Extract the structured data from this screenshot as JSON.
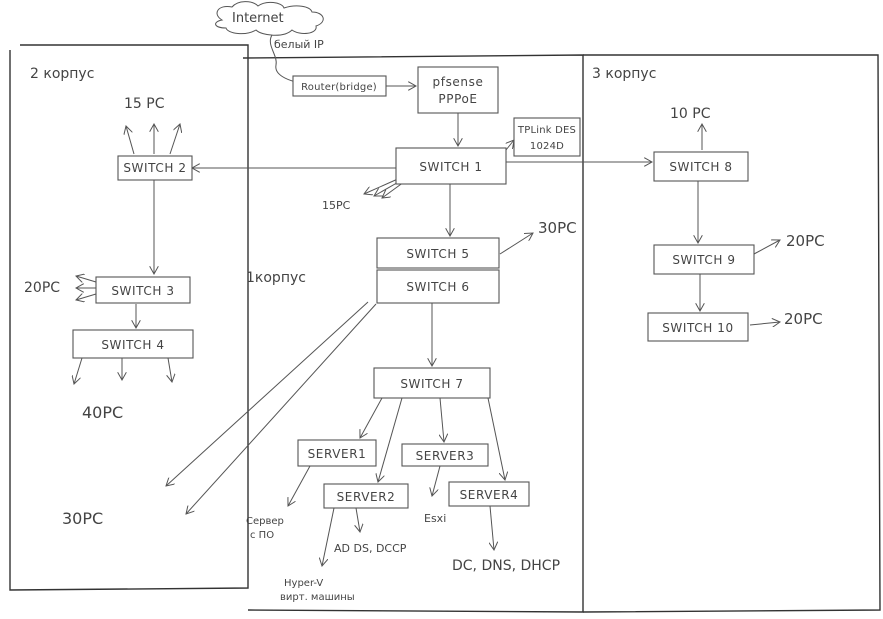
{
  "buildings": {
    "b1": "1корпус",
    "b2": "2 корпус",
    "b3": "3 корпус"
  },
  "cloud": "Internet",
  "static_ip": "белый IP",
  "nodes": {
    "router": "Router(bridge)",
    "pfsense_1": "pfsense",
    "pfsense_2": "PPPoE",
    "tplink_1": "TPLink DES",
    "tplink_2": "1024D",
    "switch1": "SWITCH 1",
    "switch2": "SWITCH 2",
    "switch3": "SWITCH 3",
    "switch4": "SWITCH 4",
    "switch5": "SWITCH 5",
    "switch6": "SWITCH 6",
    "switch7": "SWITCH 7",
    "switch8": "SWITCH 8",
    "switch9": "SWITCH 9",
    "switch10": "SWITCH 10",
    "server1": "SERVER1",
    "server2": "SERVER2",
    "server3": "SERVER3",
    "server4": "SERVER4"
  },
  "labels": {
    "pc15_top": "15 PC",
    "pc15_sw1": "15PC",
    "pc30_sw5": "30PC",
    "pc20_sw3": "20PC",
    "pc40": "40PC",
    "pc30_bottom": "30PC",
    "pc10": "10 PC",
    "pc20_sw9": "20PC",
    "pc20_sw10": "20PC",
    "server1_role_1": "Сервер",
    "server1_role_2": "с ПО",
    "server2_role_a": "AD DS, DCCP",
    "server2_role_b_1": "Hyper-V",
    "server2_role_b_2": "вирт. машины",
    "server3_role": "Esxi",
    "server4_role": "DC, DNS, DHCP"
  }
}
